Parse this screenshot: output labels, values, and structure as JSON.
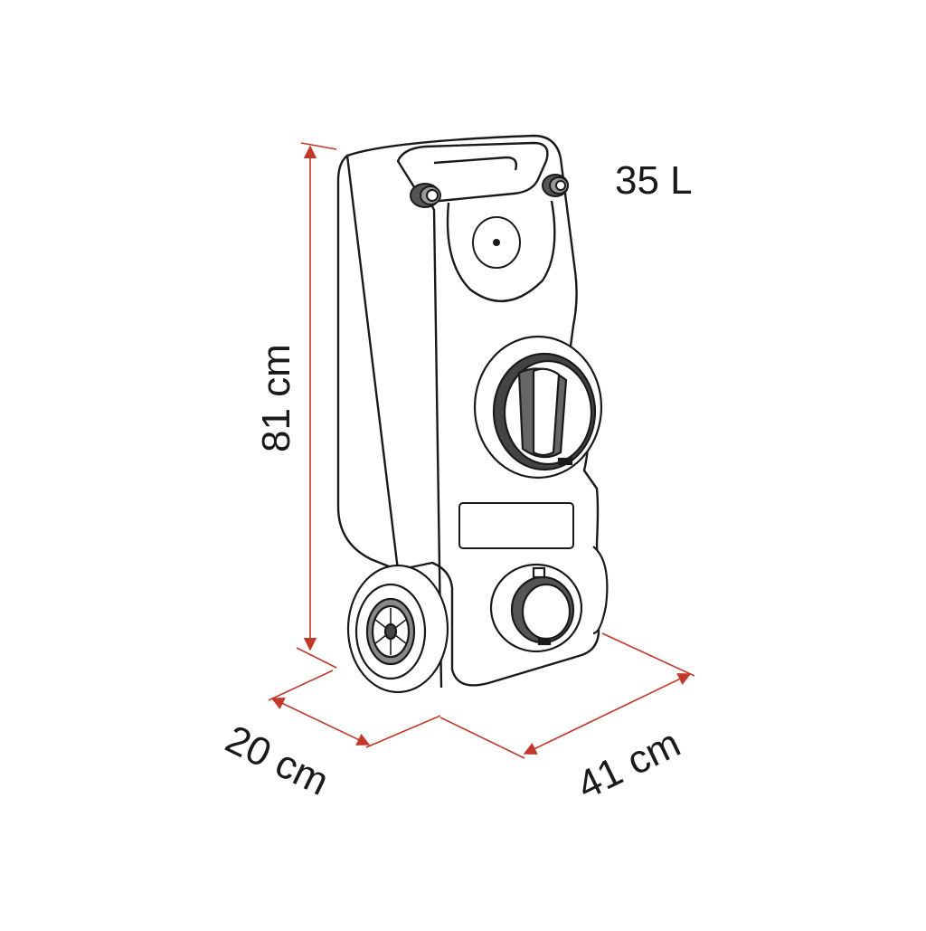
{
  "labels": {
    "volume": "35 L",
    "height": "81 cm",
    "depth": "20 cm",
    "width": "41 cm"
  },
  "colors": {
    "outline": "#1a1a1a",
    "dimension": "#c0392b",
    "background": "#ffffff"
  }
}
